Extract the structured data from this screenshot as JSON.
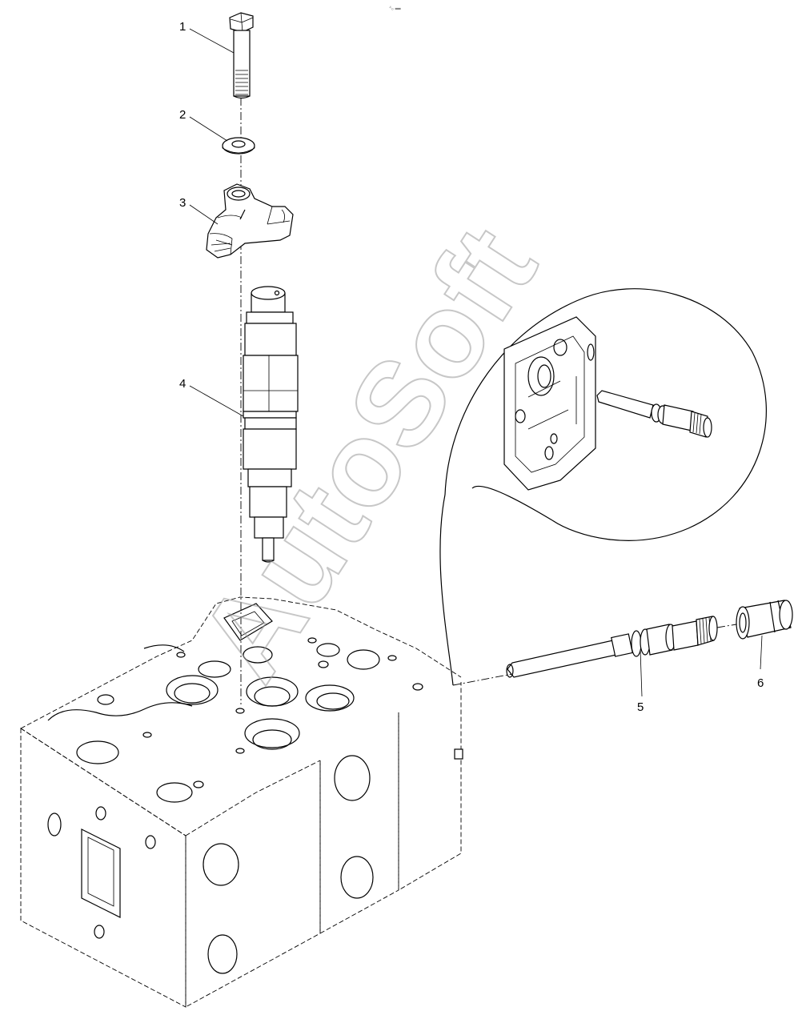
{
  "watermark": "AutoSoft",
  "tiny_mark": "⁴ₒ ▬",
  "callouts": [
    {
      "id": "1",
      "label": "1",
      "part": "bolt"
    },
    {
      "id": "2",
      "label": "2",
      "part": "washer"
    },
    {
      "id": "3",
      "label": "3",
      "part": "clamp"
    },
    {
      "id": "4",
      "label": "4",
      "part": "injector"
    },
    {
      "id": "5",
      "label": "5",
      "part": "connector-tube"
    },
    {
      "id": "6",
      "label": "6",
      "part": "sleeve-nut"
    }
  ],
  "colors": {
    "line": "#000000",
    "background": "#ffffff",
    "watermark": "#9a9a9a"
  }
}
